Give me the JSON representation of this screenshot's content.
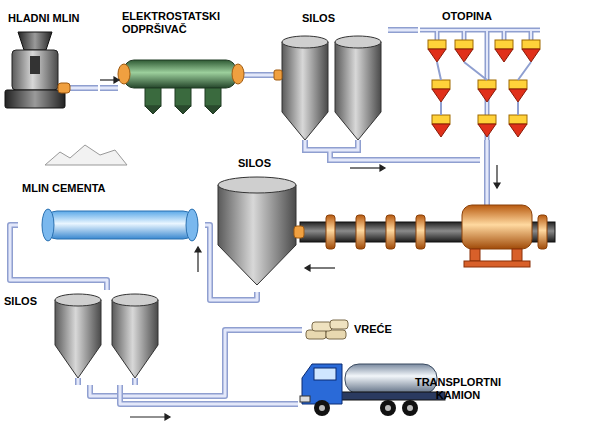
{
  "diagram": {
    "nodes": [
      {
        "text": [
          "HLADNI MLIN"
        ]
      },
      {
        "text": [
          "ELEKTROSTATSKI ODPRŠIVAČ"
        ]
      },
      {
        "text": [
          "SILOS"
        ]
      },
      {
        "text": [
          "OTOPINA"
        ]
      },
      {
        "text": [
          "SILOS"
        ]
      },
      {
        "text": [
          "MLIN CEMENTA"
        ]
      },
      {
        "text": [
          "SILOS"
        ]
      },
      {
        "text": [
          "VREĆE"
        ]
      },
      {
        "text": [
          "TRANSPLORTNI KAMION"
        ]
      }
    ],
    "edges": [
      {
        "from": 0,
        "to": 1,
        "arrow": "none"
      },
      {
        "from": 1,
        "to": 2,
        "arrow": "none"
      },
      {
        "from": 2,
        "to": 3,
        "arrow": "none"
      },
      {
        "from": 3,
        "to": 4,
        "arrow": "none"
      },
      {
        "from": 4,
        "to": 5,
        "arrow": "none"
      },
      {
        "from": 5,
        "to": 6,
        "arrow": "none"
      },
      {
        "from": 6,
        "to": 7,
        "arrow": "none"
      },
      {
        "from": 6,
        "to": 8,
        "arrow": "none"
      }
    ]
  }
}
